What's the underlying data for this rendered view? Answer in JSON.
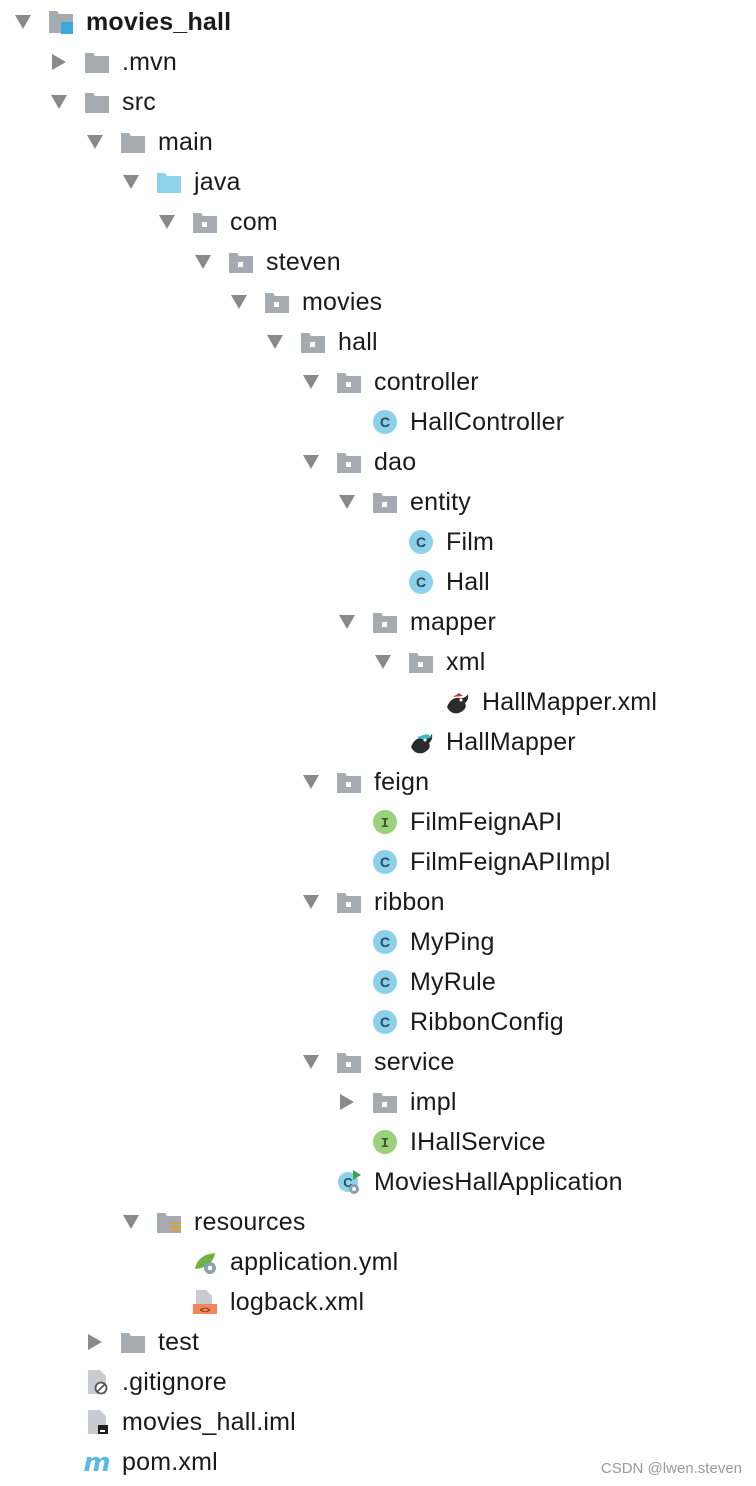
{
  "tree": [
    {
      "label": "movies_hall",
      "depth": 0,
      "arrow": "down",
      "icon": "module",
      "bold": true
    },
    {
      "label": ".mvn",
      "depth": 1,
      "arrow": "right",
      "icon": "folder"
    },
    {
      "label": "src",
      "depth": 1,
      "arrow": "down",
      "icon": "folder"
    },
    {
      "label": "main",
      "depth": 2,
      "arrow": "down",
      "icon": "folder"
    },
    {
      "label": "java",
      "depth": 3,
      "arrow": "down",
      "icon": "source-folder"
    },
    {
      "label": "com",
      "depth": 4,
      "arrow": "down",
      "icon": "package"
    },
    {
      "label": "steven",
      "depth": 5,
      "arrow": "down",
      "icon": "package"
    },
    {
      "label": "movies",
      "depth": 6,
      "arrow": "down",
      "icon": "package"
    },
    {
      "label": "hall",
      "depth": 7,
      "arrow": "down",
      "icon": "package"
    },
    {
      "label": "controller",
      "depth": 8,
      "arrow": "down",
      "icon": "package"
    },
    {
      "label": "HallController",
      "depth": 9,
      "arrow": "none",
      "icon": "class"
    },
    {
      "label": "dao",
      "depth": 8,
      "arrow": "down",
      "icon": "package"
    },
    {
      "label": "entity",
      "depth": 9,
      "arrow": "down",
      "icon": "package"
    },
    {
      "label": "Film",
      "depth": 10,
      "arrow": "none",
      "icon": "class"
    },
    {
      "label": "Hall",
      "depth": 10,
      "arrow": "none",
      "icon": "class"
    },
    {
      "label": "mapper",
      "depth": 9,
      "arrow": "down",
      "icon": "package"
    },
    {
      "label": "xml",
      "depth": 10,
      "arrow": "down",
      "icon": "package"
    },
    {
      "label": "HallMapper.xml",
      "depth": 11,
      "arrow": "none",
      "icon": "mybatis-xml"
    },
    {
      "label": "HallMapper",
      "depth": 10,
      "arrow": "none",
      "icon": "mybatis-mapper"
    },
    {
      "label": "feign",
      "depth": 8,
      "arrow": "down",
      "icon": "package"
    },
    {
      "label": "FilmFeignAPI",
      "depth": 9,
      "arrow": "none",
      "icon": "interface"
    },
    {
      "label": "FilmFeignAPIImpl",
      "depth": 9,
      "arrow": "none",
      "icon": "class"
    },
    {
      "label": "ribbon",
      "depth": 8,
      "arrow": "down",
      "icon": "package"
    },
    {
      "label": "MyPing",
      "depth": 9,
      "arrow": "none",
      "icon": "class"
    },
    {
      "label": "MyRule",
      "depth": 9,
      "arrow": "none",
      "icon": "class"
    },
    {
      "label": "RibbonConfig",
      "depth": 9,
      "arrow": "none",
      "icon": "class"
    },
    {
      "label": "service",
      "depth": 8,
      "arrow": "down",
      "icon": "package"
    },
    {
      "label": "impl",
      "depth": 9,
      "arrow": "right",
      "icon": "package"
    },
    {
      "label": "IHallService",
      "depth": 9,
      "arrow": "none",
      "icon": "interface"
    },
    {
      "label": "MoviesHallApplication",
      "depth": 8,
      "arrow": "none",
      "icon": "spring-app"
    },
    {
      "label": "resources",
      "depth": 3,
      "arrow": "down",
      "icon": "resources-folder"
    },
    {
      "label": "application.yml",
      "depth": 4,
      "arrow": "none",
      "icon": "spring-yml"
    },
    {
      "label": "logback.xml",
      "depth": 4,
      "arrow": "none",
      "icon": "xml-file"
    },
    {
      "label": "test",
      "depth": 2,
      "arrow": "right",
      "icon": "folder"
    },
    {
      "label": ".gitignore",
      "depth": 1,
      "arrow": "none",
      "icon": "ignore-file"
    },
    {
      "label": "movies_hall.iml",
      "depth": 1,
      "arrow": "none",
      "icon": "iml-file"
    },
    {
      "label": "pom.xml",
      "depth": 1,
      "arrow": "none",
      "icon": "maven"
    }
  ],
  "watermark": "CSDN @lwen.steven",
  "colors": {
    "folder": "#a5abb0",
    "source_folder": "#8fd0ea",
    "class_circle": "#8cd1ea",
    "interface_circle": "#9bd17c",
    "arrow": "#8a8a8a",
    "module_badge": "#3aa8dc",
    "xml_orange": "#f0875a"
  }
}
